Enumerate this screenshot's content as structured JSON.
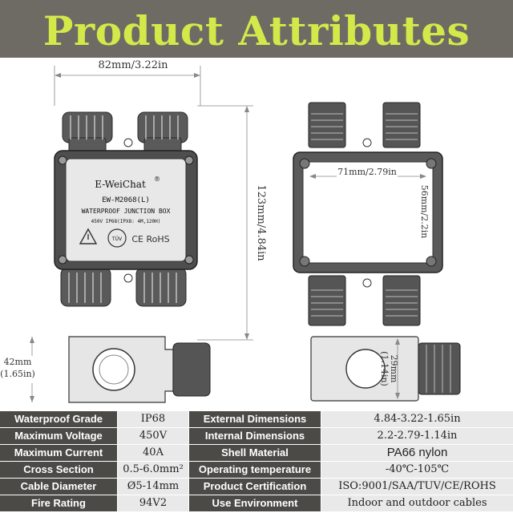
{
  "banner": {
    "title": "Product Attributes"
  },
  "dimensions": {
    "width": "82mm/3.22in",
    "height": "123mm/4.84in",
    "depth_line1": "42mm",
    "depth_line2": "(1.65in)",
    "inner_width": "71mm/2.79in",
    "inner_height": "56mm/2.2in",
    "inner_depth_line1": "29mm",
    "inner_depth_line2": "(1.14in)"
  },
  "box_label": {
    "brand": "E-WeiChat",
    "registered": "®",
    "model": "EW-M2068(L)",
    "product": "WATERPROOF JUNCTION BOX",
    "rating": "450V   IP68(IPX8: 4M,120H)",
    "tuv": "TÜV",
    "marks": "CE RoHS"
  },
  "specs": [
    {
      "label": "Waterproof Grade",
      "value": "IP68",
      "label2": "External Dimensions",
      "value2": "4.84-3.22-1.65in"
    },
    {
      "label": "Maximum Voltage",
      "value": "450V",
      "label2": "Internal Dimensions",
      "value2": "2.2-2.79-1.14in"
    },
    {
      "label": "Maximum Current",
      "value": "40A",
      "label2": "Shell Material",
      "value2": "PA66 nylon"
    },
    {
      "label": "Cross Section",
      "value": "0.5-6.0mm²",
      "label2": "Operating temperature",
      "value2": "-40℃-105℃"
    },
    {
      "label": "Cable Diameter",
      "value": "Ø5-14mm",
      "label2": "Product Certification",
      "value2": "ISO:9001/SAA/TUV/CE/ROHS"
    },
    {
      "label": "Fire Rating",
      "value": "94V2",
      "label2": "Use Environment",
      "value2": "Indoor and outdoor cables"
    }
  ]
}
